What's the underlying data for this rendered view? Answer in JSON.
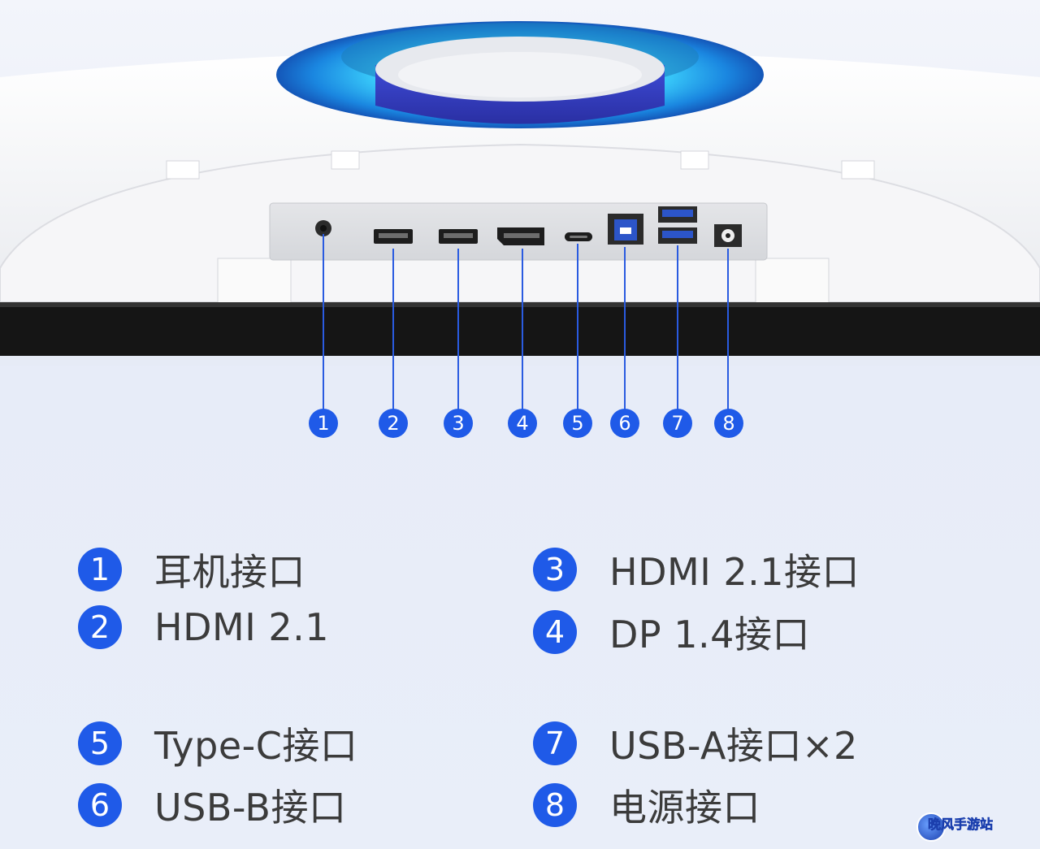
{
  "colors": {
    "accent": "#1f5ae8",
    "text": "#3b3b3b",
    "background": "#e9eef9",
    "bezel": "#151515",
    "ring": "#26b8e6"
  },
  "ports": [
    {
      "number": "1",
      "icon": "headphone-jack-icon"
    },
    {
      "number": "2",
      "icon": "hdmi-port-icon"
    },
    {
      "number": "3",
      "icon": "hdmi-port-icon"
    },
    {
      "number": "4",
      "icon": "displayport-icon"
    },
    {
      "number": "5",
      "icon": "usb-c-port-icon"
    },
    {
      "number": "6",
      "icon": "usb-b-port-icon"
    },
    {
      "number": "7",
      "icon": "usb-a-port-icon"
    },
    {
      "number": "8",
      "icon": "dc-power-jack-icon"
    }
  ],
  "legend": [
    {
      "number": "1",
      "label": "耳机接口"
    },
    {
      "number": "2",
      "label": "HDMI 2.1"
    },
    {
      "number": "3",
      "label": "HDMI 2.1接口"
    },
    {
      "number": "4",
      "label": "DP 1.4接口"
    },
    {
      "number": "5",
      "label": "Type-C接口"
    },
    {
      "number": "6",
      "label": "USB-B接口"
    },
    {
      "number": "7",
      "label": "USB-A接口×2"
    },
    {
      "number": "8",
      "label": "电源接口"
    }
  ],
  "watermark": {
    "text": "晚风手游站"
  }
}
